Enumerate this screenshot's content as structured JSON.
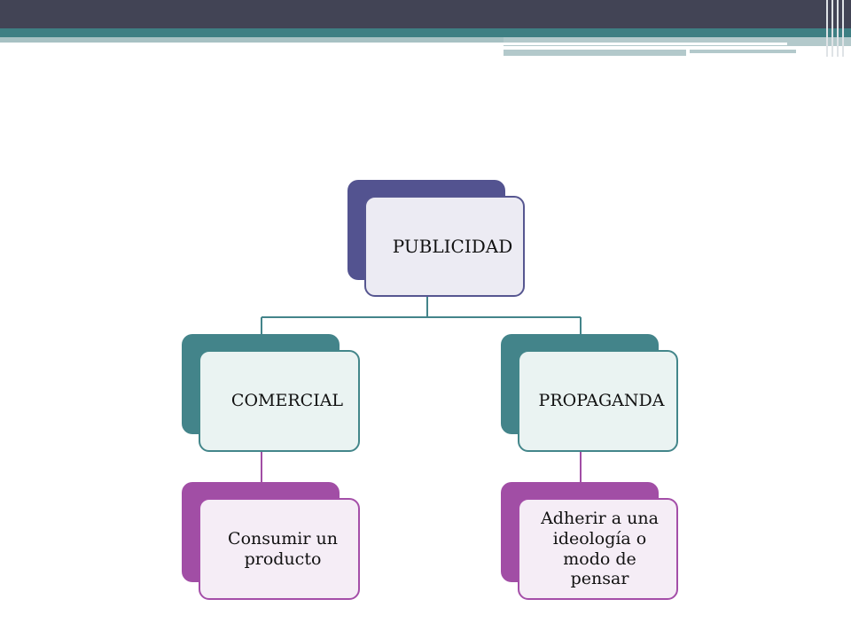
{
  "diagram": {
    "root": {
      "label": "PUBLICIDAD"
    },
    "children": [
      {
        "label": "COMERCIAL",
        "child": {
          "label": "Consumir un producto"
        }
      },
      {
        "label": "PROPAGANDA",
        "child": {
          "label": "Adherir a una ideología o modo de pensar"
        }
      }
    ]
  },
  "colors": {
    "header_dark": "#424455",
    "header_teal": "#3e7f83",
    "root": "#535390",
    "level1": "#43848a",
    "level2": "#a14ea5"
  }
}
